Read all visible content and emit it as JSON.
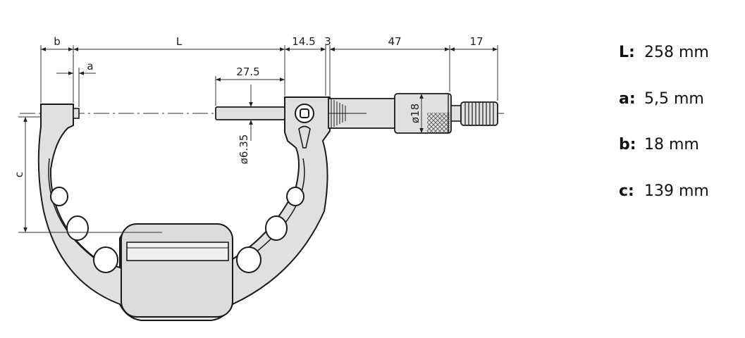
{
  "drawing": {
    "dimensions": {
      "b": "b",
      "L": "L",
      "a": "a",
      "d14_5": "14.5",
      "d3": "3",
      "d47": "47",
      "d17": "17",
      "d27_5": "27.5",
      "c": "c",
      "d6_35": "ø6.35",
      "d18": "ø18"
    }
  },
  "specs": [
    {
      "key": "L:",
      "value": "258 mm"
    },
    {
      "key": "a:",
      "value": "5,5 mm"
    },
    {
      "key": "b:",
      "value": "18 mm"
    },
    {
      "key": "c:",
      "value": "139 mm"
    }
  ]
}
